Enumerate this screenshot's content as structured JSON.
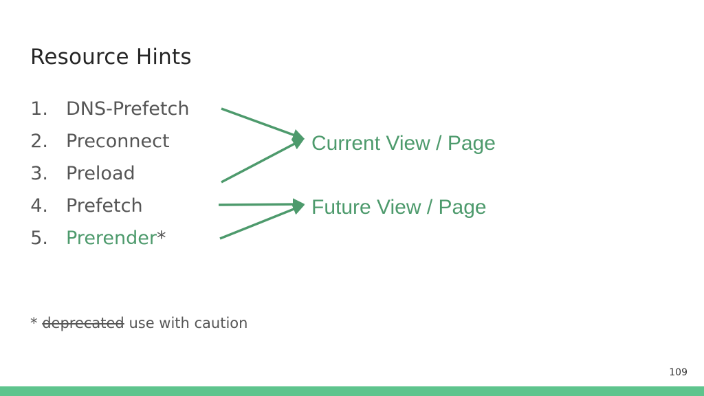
{
  "title": "Resource Hints",
  "list": [
    {
      "number": "1.",
      "label": "DNS-Prefetch",
      "suffix": ""
    },
    {
      "number": "2.",
      "label": "Preconnect",
      "suffix": ""
    },
    {
      "number": "3.",
      "label": "Preload",
      "suffix": ""
    },
    {
      "number": "4.",
      "label": "Prefetch",
      "suffix": ""
    },
    {
      "number": "5.",
      "label": "Prerender",
      "suffix": "*"
    }
  ],
  "targets": {
    "current": "Current View / Page",
    "future": "Future View / Page"
  },
  "footnote": {
    "marker": "* ",
    "struck": "deprecated",
    "rest": " use with caution"
  },
  "page_number": "109",
  "colors": {
    "accent": "#4d9a6c",
    "bar": "#5ec48d",
    "text": "#555555"
  }
}
